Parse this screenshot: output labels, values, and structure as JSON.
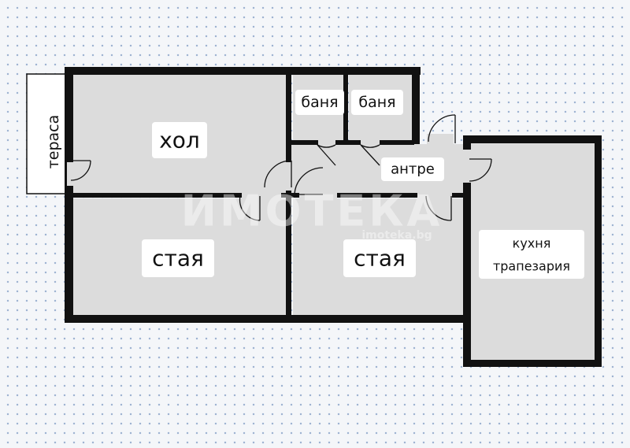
{
  "rooms": {
    "hall": "хол",
    "bath_1": "баня",
    "bath_2": "баня",
    "entrance": "антре",
    "room_1": "стая",
    "room_2": "стая",
    "kitchen_line_1": "кухня",
    "kitchen_line_2": "трапезария",
    "terrace": "тераса"
  },
  "watermark": {
    "brand": "ИМОТЕКА",
    "site": "imoteka.bg"
  },
  "colors": {
    "wall": "#111111",
    "floor": "#dcdcdc",
    "label_background": "#ffffff",
    "page_background": "#f4f6f9",
    "grid_dots": "#9fb4d2"
  }
}
